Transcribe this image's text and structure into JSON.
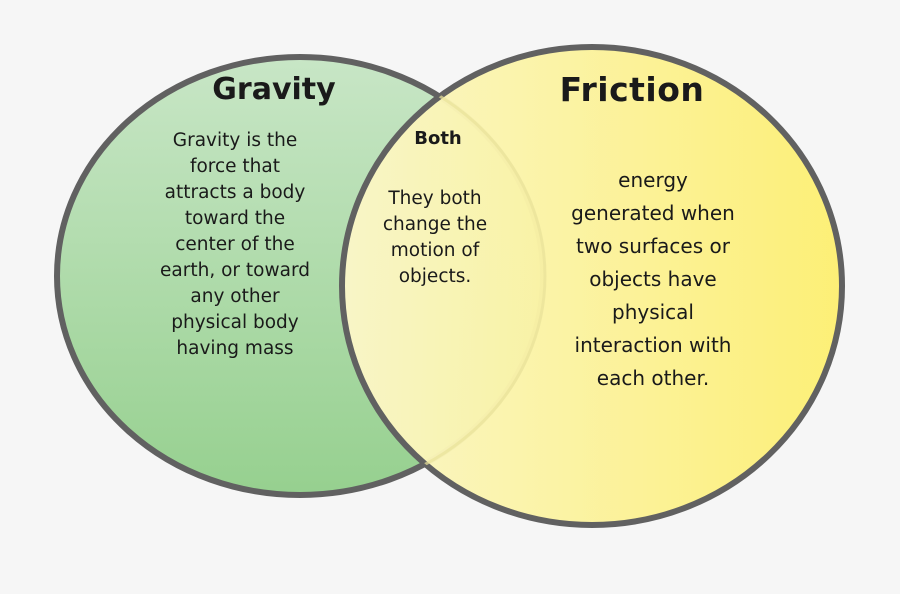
{
  "diagram": {
    "type": "venn",
    "colors": {
      "background": "#f6f6f6",
      "gravity_fill_top": "#c8e6c6",
      "gravity_fill_bottom": "#96d08f",
      "friction_fill_left": "#faf6c4",
      "friction_fill_right": "#fdf07a",
      "outline": "#616161"
    },
    "gravity": {
      "title": "Gravity",
      "lines": [
        "Gravity is the",
        "force that",
        "attracts a body",
        "toward the",
        "center of the",
        "earth, or toward",
        "any other",
        "physical body",
        "having mass"
      ]
    },
    "both": {
      "title": "Both",
      "lines": [
        "They both",
        "change the",
        "motion of",
        "objects."
      ]
    },
    "friction": {
      "title": "Friction",
      "lines": [
        "energy",
        "generated when",
        "two surfaces or",
        "objects have",
        "physical",
        "interaction with",
        "each other."
      ]
    }
  }
}
